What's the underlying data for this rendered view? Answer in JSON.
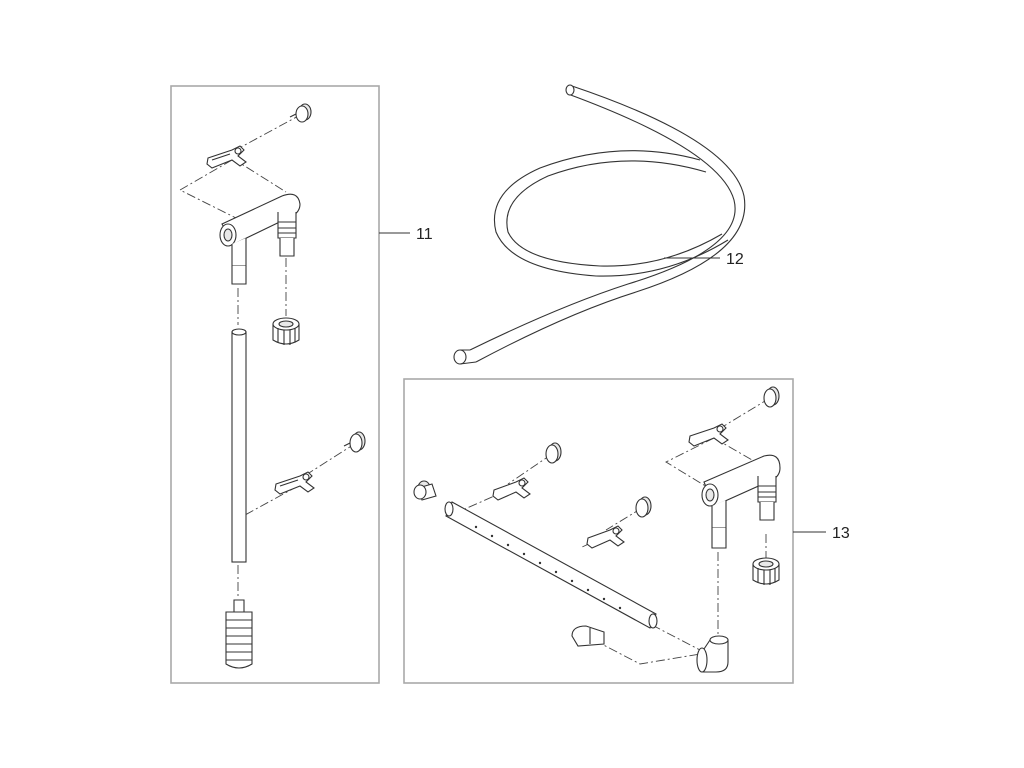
{
  "callouts": {
    "kit_intake": "11",
    "hose": "12",
    "kit_outlet": "13"
  },
  "icons": {
    "intake_kit": "intake-pipe-assembly-icon",
    "hose": "coiled-hose-icon",
    "outlet_kit": "spray-bar-assembly-icon"
  }
}
